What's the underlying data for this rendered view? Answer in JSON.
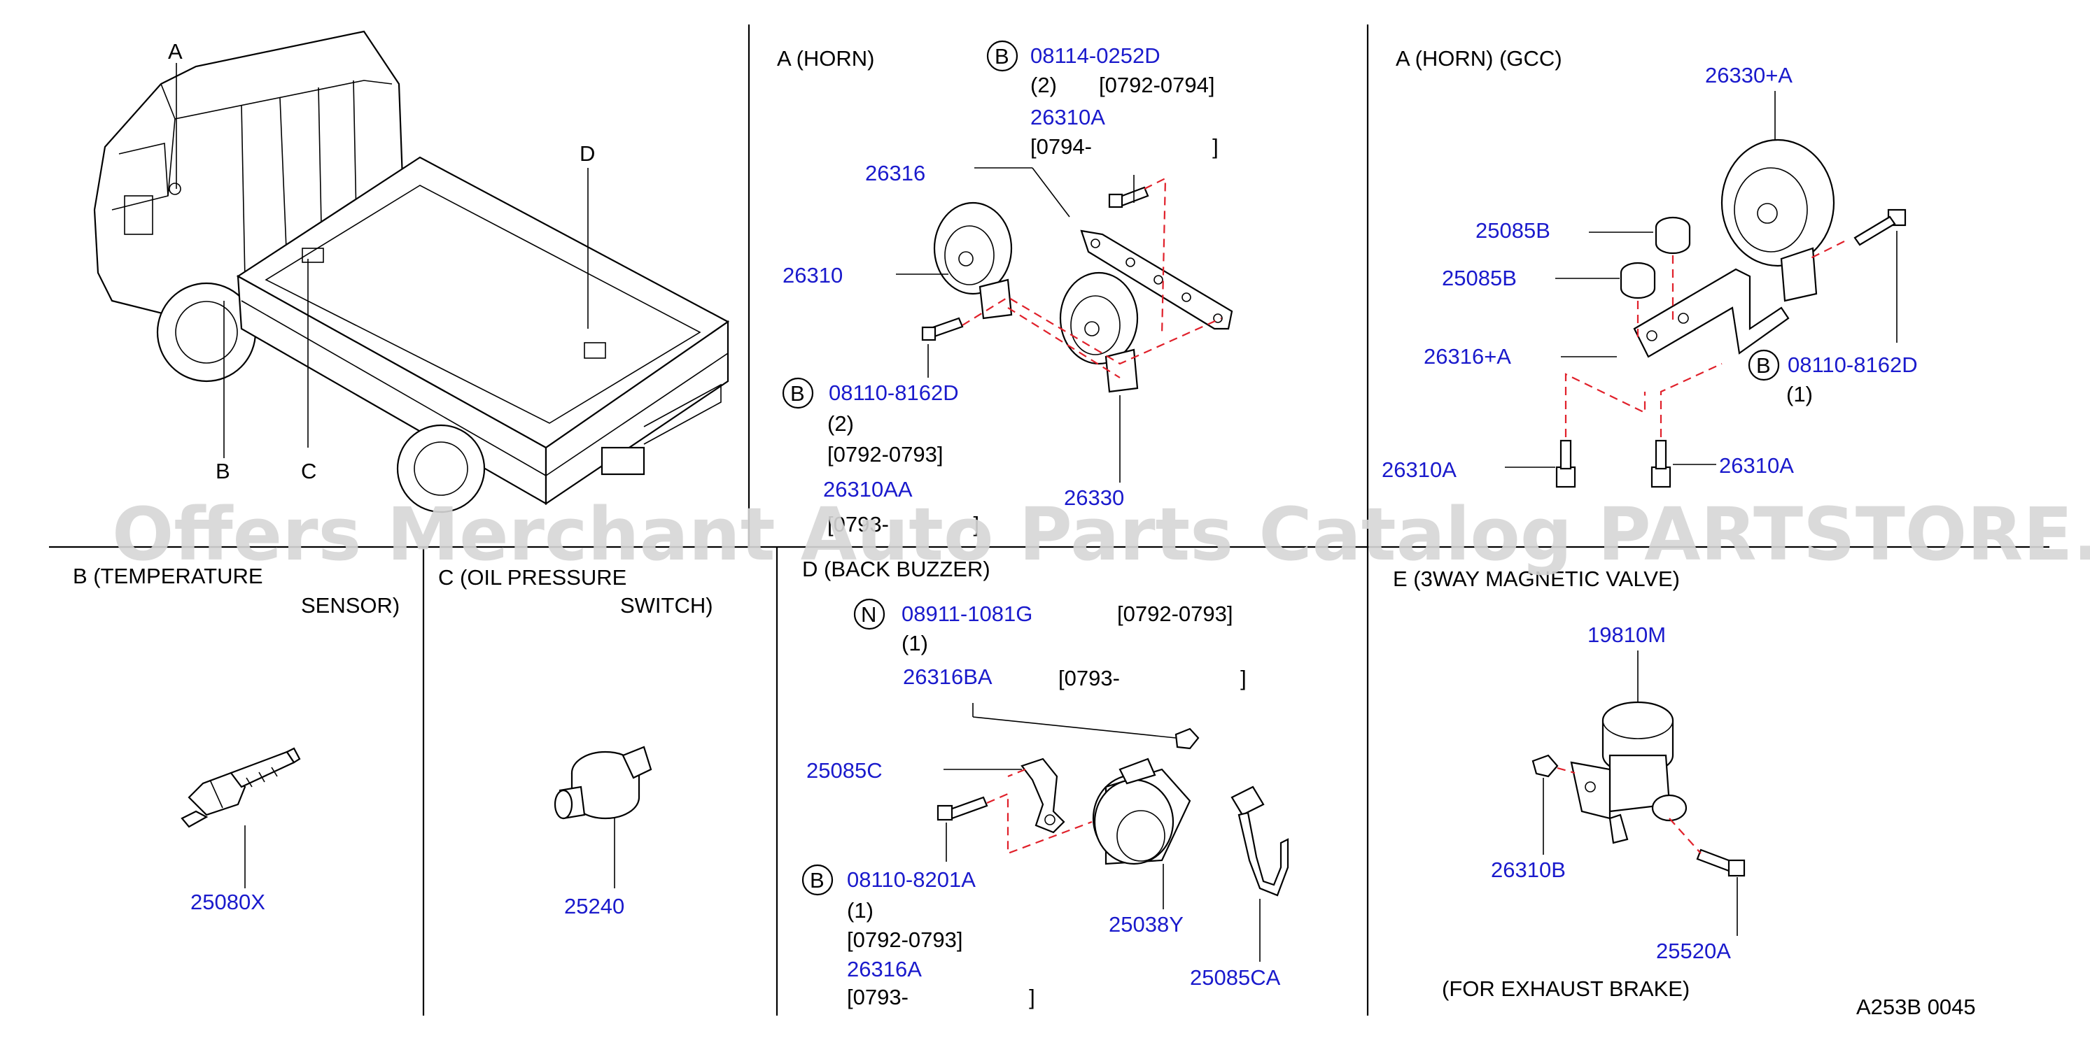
{
  "watermark": "Offers Merchant Auto Parts Catalog PARTSTORE.SA",
  "overview": {
    "A": "A",
    "B": "B",
    "C": "C",
    "D": "D"
  },
  "horn": {
    "title": "A (HORN)",
    "b1": "B",
    "b1_part": "08114-0252D",
    "b1_qty": "(2)",
    "b1_range": "[0792-0794]",
    "b1_alt": "26310A",
    "b1_alt_range": "[0794-                    ]",
    "p26316": "26316",
    "p26310": "26310",
    "b2": "B",
    "b2_part": "08110-8162D",
    "b2_qty": "(2)",
    "b2_range": "[0792-0793]",
    "b2_alt": "26310AA",
    "b2_alt_range": "[0793-              ]",
    "p26330": "26330"
  },
  "horn_gcc": {
    "title": "A (HORN) (GCC)",
    "p26330a": "26330+A",
    "p25085b_1": "25085B",
    "p25085b_2": "25085B",
    "p26316a": "26316+A",
    "b": "B",
    "b_part": "08110-8162D",
    "b_qty": "(1)",
    "p26310a_1": "26310A",
    "p26310a_2": "26310A"
  },
  "temp": {
    "title_1": "B (TEMPERATURE",
    "title_2": "SENSOR)",
    "part": "25080X"
  },
  "oil": {
    "title_1": "C (OIL PRESSURE",
    "title_2": "SWITCH)",
    "part": "25240"
  },
  "buzzer": {
    "title": "D (BACK BUZZER)",
    "n": "N",
    "n_part": "08911-1081G",
    "n_range": "[0792-0793]",
    "n_qty": "(1)",
    "p26316ba": "26316BA",
    "p26316ba_range": "[0793-                    ]",
    "p25085c": "25085C",
    "b": "B",
    "b_part": "08110-8201A",
    "b_qty": "(1)",
    "b_range": "[0792-0793]",
    "p26316a": "26316A",
    "p26316a_range": "[0793-                    ]",
    "p25038y": "25038Y",
    "p25085ca": "25085CA"
  },
  "valve": {
    "title": "E (3WAY MAGNETIC VALVE)",
    "p19810m": "19810M",
    "p26310b": "26310B",
    "p25520a": "25520A",
    "note": "(FOR EXHAUST BRAKE)"
  },
  "code": "A253B 0045"
}
